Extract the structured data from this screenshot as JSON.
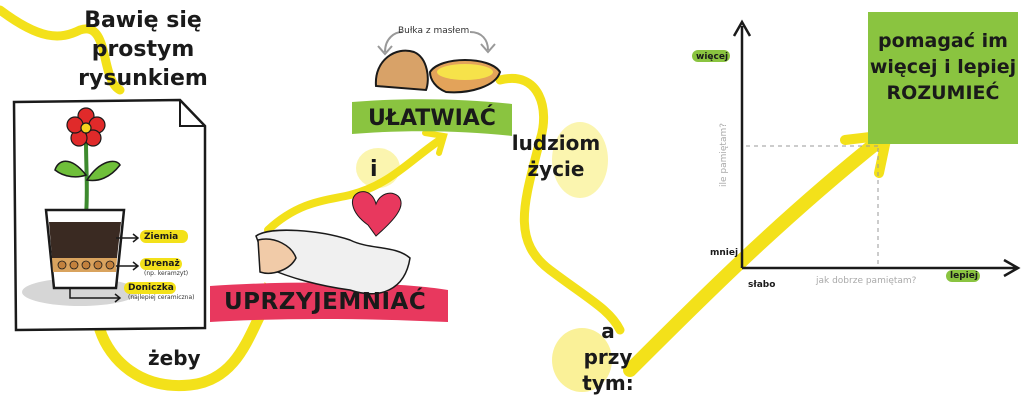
{
  "title": "Bawię się prostym rysunkiem",
  "flower_labels": {
    "soil": "Ziemia",
    "drainage": "Drenaż",
    "drainage_sub": "(np. keramzyt)",
    "pot": "Doniczka",
    "pot_sub": "(najlepiej ceramiczna)"
  },
  "flow": {
    "zeby": "żeby",
    "uprzyjemniac": "UPRZYJEMNIAĆ",
    "i": "i",
    "ulatwiac": "UŁATWIAĆ",
    "bulka": "Bułka z masłem",
    "ludziom": "ludziom życie",
    "a_przy_tym": "a przy tym:"
  },
  "goal": "pomagać im więcej i lepiej ROZUMIEĆ",
  "axis_chart": {
    "y_high": "więcej",
    "y_low": "mniej",
    "y_label": "ile pamiętam?",
    "x_low": "słabo",
    "x_high": "lepiej",
    "x_label": "jak dobrze pamiętam?"
  },
  "colors": {
    "yellow": "#f3e11a",
    "green": "#8ac440",
    "pink": "#e8385e",
    "red": "#e02a2a"
  }
}
